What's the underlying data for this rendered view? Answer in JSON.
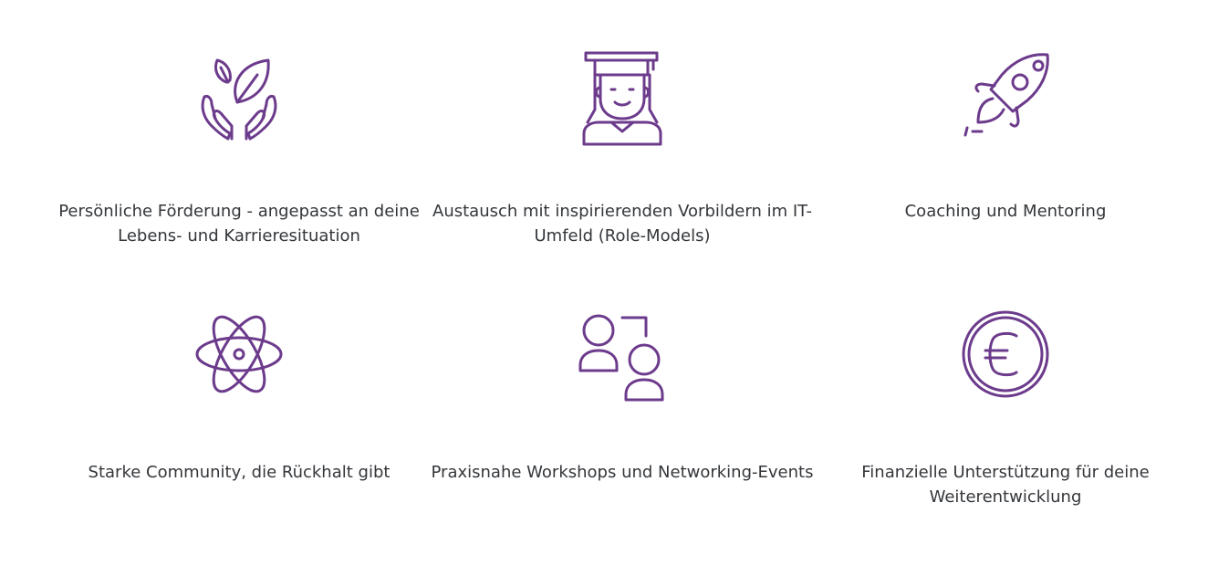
{
  "accent_color": "#6c3b8c",
  "text_color": "#33363a",
  "features": [
    {
      "icon": "hands-leaves-icon",
      "label": "Persönliche Förderung - angepasst an deine Lebens- und Karrieresituation"
    },
    {
      "icon": "graduate-icon",
      "label": "Austausch mit inspirierenden Vorbildern im IT-Umfeld (Role-Models)"
    },
    {
      "icon": "rocket-icon",
      "label": "Coaching und Mentoring"
    },
    {
      "icon": "atom-icon",
      "label": "Starke Community, die Rückhalt gibt"
    },
    {
      "icon": "people-exchange-icon",
      "label": "Praxisnahe Workshops und Networking-Events"
    },
    {
      "icon": "euro-coin-icon",
      "label": "Finanzielle Unterstützung für deine Weiterentwicklung"
    }
  ]
}
